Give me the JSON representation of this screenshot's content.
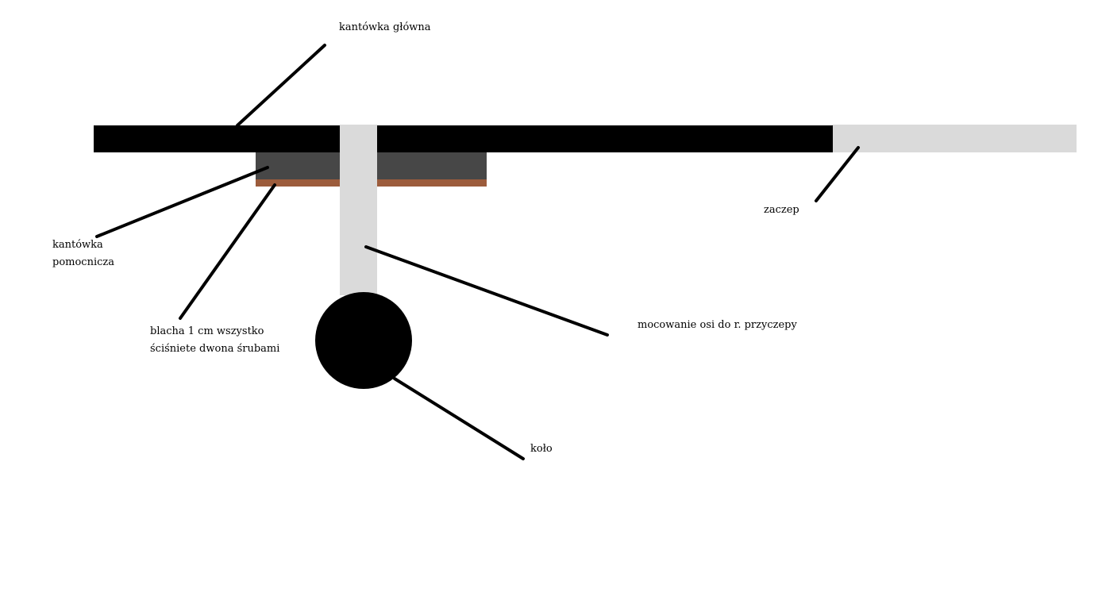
{
  "labels": {
    "main_beam": "kantówka główna",
    "hitch": "zaczep",
    "aux_beam": [
      "kantówka",
      "pomocnicza"
    ],
    "plate": [
      "blacha 1 cm wszystko",
      "ściśniete dwona śrubami"
    ],
    "axle_mount": "mocowanie osi do r. przyczepy",
    "wheel": "koło"
  },
  "colors": {
    "main_beam": "#000000",
    "hitch": "#dadada",
    "aux_beam": "#474747",
    "plate": "#9c5c3c",
    "axle_mount": "#dadada",
    "wheel": "#000000",
    "leader": "#000000",
    "background": "#ffffff"
  }
}
